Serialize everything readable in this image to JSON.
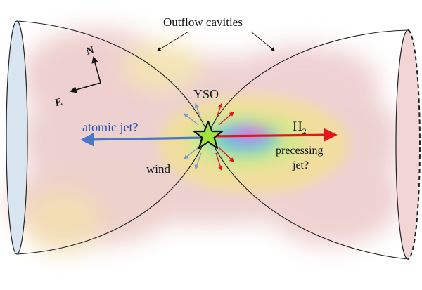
{
  "labels": {
    "outflow_cavities": "Outflow cavities",
    "north": "N",
    "east": "E",
    "yso": "YSO",
    "atomic_jet": "atomic jet?",
    "h2": "H",
    "h2_subscript": "2",
    "precessing": "precessing",
    "jet": "jet?",
    "wind": "wind"
  },
  "colors": {
    "atomic_jet_arrow": "#4a78c8",
    "h2_jet_arrow": "#e8141b",
    "star_fill": "#9fe33a",
    "left_end_fill": "#d9e6f2",
    "right_end_fill": "#f2d6d6",
    "cavity_line": "#222222"
  }
}
